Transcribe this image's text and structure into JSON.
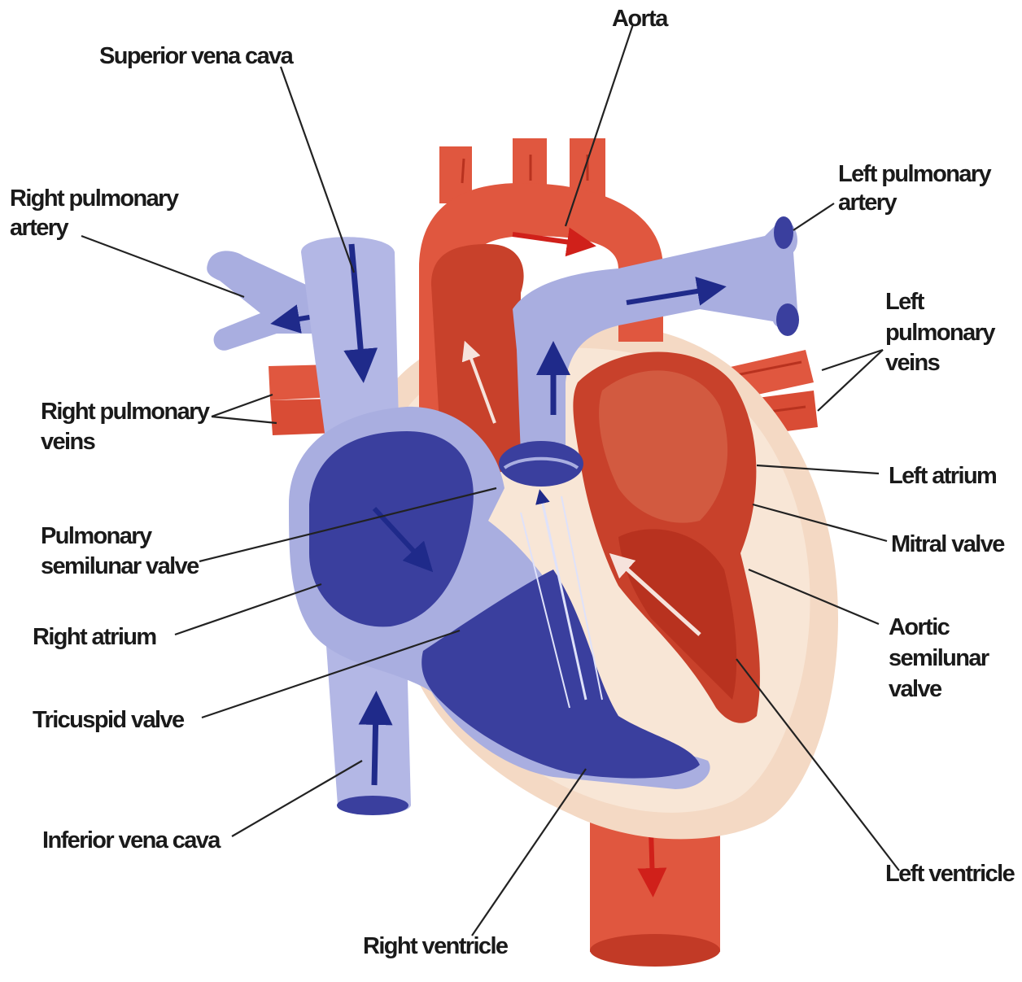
{
  "labels": {
    "aorta": "Aorta",
    "superior_vena_cava": "Superior vena cava",
    "right_pulmonary_artery": [
      "Right pulmonary",
      "artery"
    ],
    "left_pulmonary_artery": [
      "Left pulmonary",
      "artery"
    ],
    "left_pulmonary_veins": [
      "Left",
      "pulmonary",
      "veins"
    ],
    "right_pulmonary_veins": [
      "Right pulmonary",
      "veins"
    ],
    "left_atrium": "Left atrium",
    "mitral_valve": "Mitral valve",
    "pulmonary_semilunar_valve": [
      "Pulmonary",
      "semilunar valve"
    ],
    "aortic_semilunar_valve": [
      "Aortic",
      "semilunar",
      "valve"
    ],
    "right_atrium": "Right atrium",
    "tricuspid_valve": "Tricuspid valve",
    "inferior_vena_cava": "Inferior vena cava",
    "left_ventricle": "Left ventricle",
    "right_ventricle": "Right ventricle"
  },
  "colors": {
    "oxygenated": "#e0573f",
    "oxygenated_dark": "#b8321f",
    "deoxygenated_light": "#a9aee0",
    "deoxygenated_dark": "#3a3f9e",
    "arrow_blue": "#1f2a8a",
    "arrow_red": "#d0201a",
    "myocardium": "#f4d9c4"
  }
}
